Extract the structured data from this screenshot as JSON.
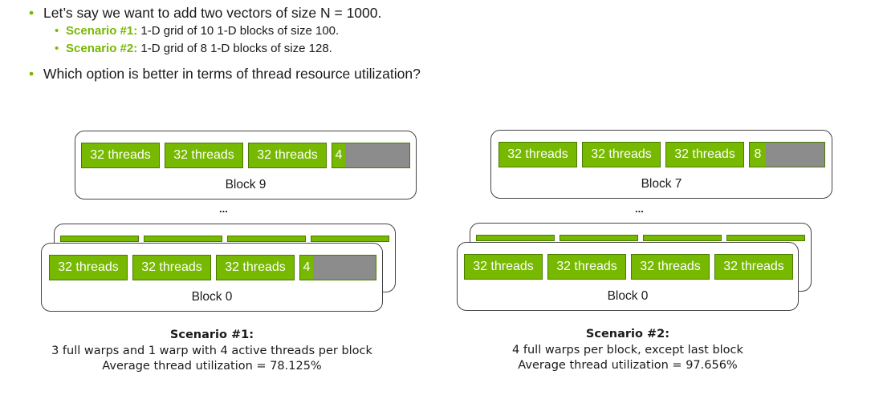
{
  "bullets": {
    "intro": "Let’s say we want to add two vectors of size N = 1000.",
    "scenarios": [
      {
        "label": "Scenario #1:",
        "text": "1-D grid of 10 1-D blocks of size 100."
      },
      {
        "label": "Scenario #2:",
        "text": "1-D grid of 8 1-D blocks of size 128."
      }
    ],
    "question": "Which option is better in terms of thread resource utilization?"
  },
  "left": {
    "top_block": {
      "label": "Block 9",
      "cells": [
        "32 threads",
        "32 threads",
        "32 threads"
      ],
      "partial": "4"
    },
    "ellipsis": "...",
    "bottom_block": {
      "label": "Block 0",
      "cells": [
        "32 threads",
        "32 threads",
        "32 threads"
      ],
      "partial": "4"
    },
    "caption": {
      "title": "Scenario #1:",
      "line1": "3 full warps and 1 warp with 4 active threads per block",
      "line2": "Average thread utilization = 78.125%"
    }
  },
  "right": {
    "top_block": {
      "label": "Block 7",
      "cells": [
        "32 threads",
        "32 threads",
        "32 threads"
      ],
      "partial": "8"
    },
    "ellipsis": "...",
    "bottom_block": {
      "label": "Block 0",
      "cells": [
        "32 threads",
        "32 threads",
        "32 threads",
        "32 threads"
      ]
    },
    "caption": {
      "title": "Scenario #2:",
      "line1": "4 full warps per block, except last block",
      "line2": "Average thread utilization = 97.656%"
    }
  },
  "colors": {
    "accent": "#76b900",
    "idle": "#8c8c8c",
    "border": "#444444"
  }
}
